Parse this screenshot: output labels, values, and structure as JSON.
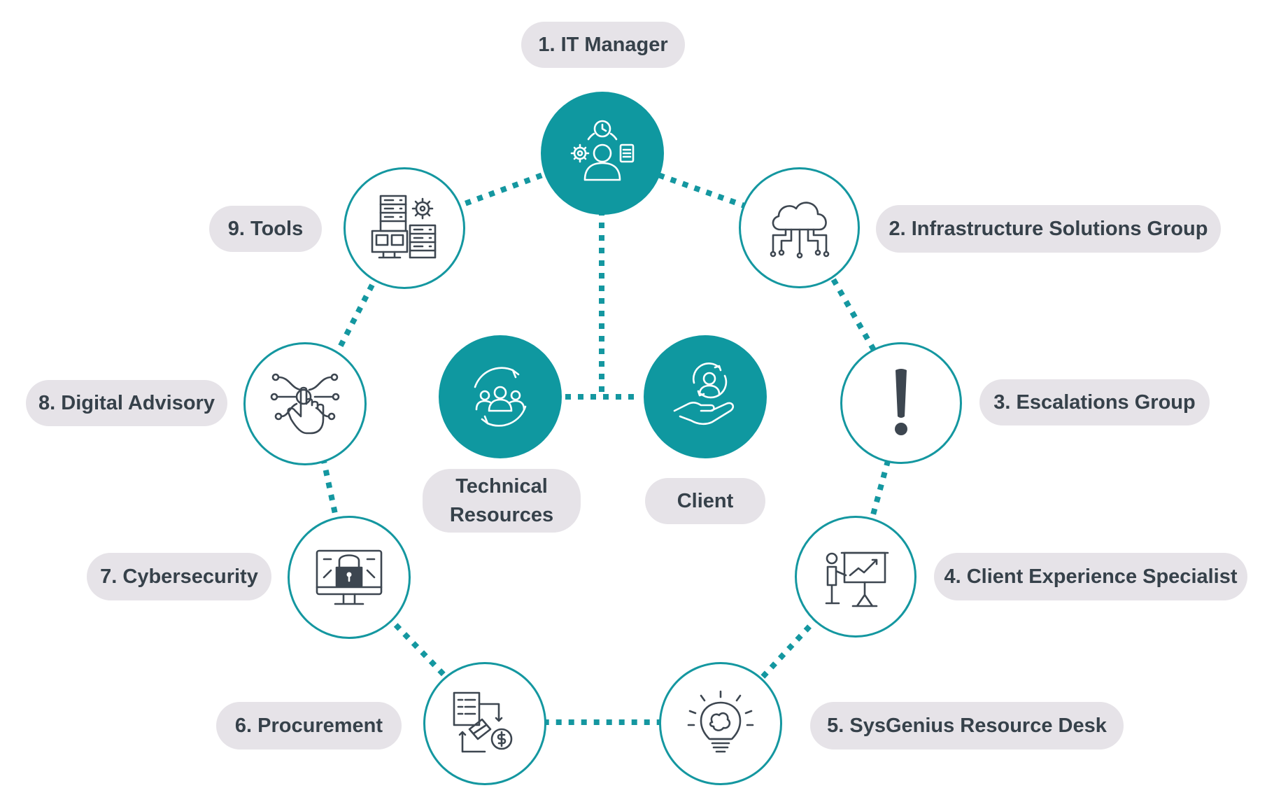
{
  "colors": {
    "accent": "#0f98a0",
    "outline": "#1497a0",
    "label_bg": "#e6e3e8",
    "label_text": "#36414a",
    "icon_stroke": "#3d4650"
  },
  "roles": [
    {
      "id": "it-manager",
      "label": "1. IT Manager",
      "icon": "manager-tasks-icon"
    },
    {
      "id": "infrastructure",
      "label": "2. Infrastructure Solutions Group",
      "icon": "cloud-network-icon"
    },
    {
      "id": "escalations",
      "label": "3. Escalations Group",
      "icon": "exclamation-icon"
    },
    {
      "id": "client-experience",
      "label": "4. Client Experience Specialist",
      "icon": "presentation-icon"
    },
    {
      "id": "resource-desk",
      "label": "5. SysGenius Resource Desk",
      "icon": "lightbulb-brain-icon"
    },
    {
      "id": "procurement",
      "label": "6. Procurement",
      "icon": "procurement-icon"
    },
    {
      "id": "cybersecurity",
      "label": "7. Cybersecurity",
      "icon": "monitor-lock-icon"
    },
    {
      "id": "digital-advisory",
      "label": "8. Digital Advisory",
      "icon": "touch-network-icon"
    },
    {
      "id": "tools",
      "label": "9. Tools",
      "icon": "server-gear-icon"
    }
  ],
  "center": {
    "technical": {
      "label_line1": "Technical",
      "label_line2": "Resources",
      "icon": "team-cycle-icon"
    },
    "client": {
      "label": "Client",
      "icon": "client-hand-icon"
    }
  }
}
